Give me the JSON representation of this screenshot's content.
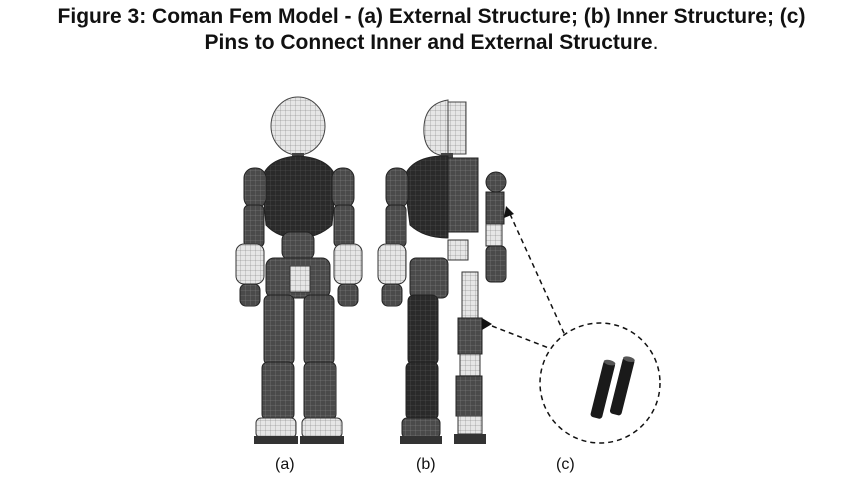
{
  "caption": {
    "line1": "Figure 3: Coman Fem Model - (a) External Structure; (b) Inner Structure; (c)",
    "line2": "Pins to Connect Inner and External Structure",
    "end": "."
  },
  "panels": [
    {
      "label": "(a)"
    },
    {
      "label": "(b)"
    },
    {
      "label": "(c)"
    }
  ]
}
